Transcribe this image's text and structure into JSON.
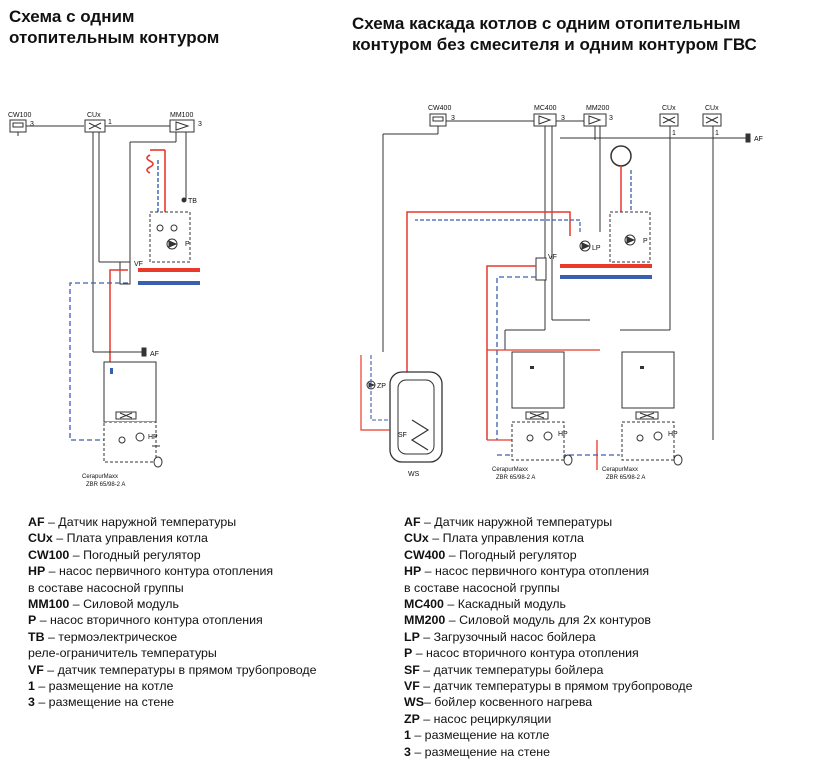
{
  "titles": {
    "left_line1": "Схема с одним",
    "left_line2": "отопительным контуром",
    "right_line1": "Схема каскада котлов с одним  отопительным",
    "right_line2": "контуром без смесителя и одним контуром ГВС"
  },
  "colors": {
    "supply": "#e8392b",
    "return": "#3a5fb0",
    "line": "#333333"
  },
  "left_diagram": {
    "cw": "CW100",
    "cux": "CUx",
    "mm": "MM100",
    "tb": "TB",
    "vf": "VF",
    "af": "AF",
    "p": "P",
    "hp": "HP",
    "num_1": "1",
    "num_3a": "3",
    "num_3b": "3",
    "boiler_name": "CerapurMaxx",
    "boiler_model": "ZBR 65/98-2 A"
  },
  "right_diagram": {
    "cw": "CW400",
    "mc": "MC400",
    "mm": "MM200",
    "cux1": "CUx",
    "cux2": "CUx",
    "af": "AF",
    "vf": "VF",
    "lp": "LP",
    "p": "P",
    "zp": "ZP",
    "sf": "SF",
    "ws": "WS",
    "hp1": "HP",
    "hp2": "HP",
    "num_3a": "3",
    "num_3b": "3",
    "num_3c": "3",
    "num_1a": "1",
    "num_1b": "1",
    "boiler1_name": "CerapurMaxx",
    "boiler1_model": "ZBR 65/98-2 A",
    "boiler2_name": "CerapurMaxx",
    "boiler2_model": "ZBR 65/98-2 A"
  },
  "legend_left": [
    {
      "key": "AF",
      "text": " – Датчик наружной температуры"
    },
    {
      "key": "CUx",
      "text": " – Плата управления котла"
    },
    {
      "key": "CW100",
      "text": " – Погодный регулятор"
    },
    {
      "key": "HP",
      "text": " – насос первичного контура отопления"
    },
    {
      "key": "",
      "text": "в составе насосной группы"
    },
    {
      "key": "MM100",
      "text": " – Силовой модуль"
    },
    {
      "key": "P",
      "text": " – насос вторичного контура отопления"
    },
    {
      "key": "TB",
      "text": " – термоэлектрическое"
    },
    {
      "key": "",
      "text": "реле-ограничитель температуры"
    },
    {
      "key": "VF",
      "text": " – датчик температуры в прямом трубопроводе"
    },
    {
      "key": "1",
      "text": " – размещение на котле"
    },
    {
      "key": "3",
      "text": " – размещение на стене"
    }
  ],
  "legend_right": [
    {
      "key": "AF",
      "text": " – Датчик наружной температуры"
    },
    {
      "key": "CUx",
      "text": " – Плата управления котла"
    },
    {
      "key": "CW400",
      "text": " – Погодный регулятор"
    },
    {
      "key": "HP",
      "text": " – насос первичного контура отопления"
    },
    {
      "key": "",
      "text": "в составе насосной группы"
    },
    {
      "key": "MC400",
      "text": " – Каскадный модуль"
    },
    {
      "key": "MM200",
      "text": " – Силовой модуль для 2х контуров"
    },
    {
      "key": "LP",
      "text": " – Загрузочный насос бойлера"
    },
    {
      "key": "P",
      "text": " – насос вторичного контура отопления"
    },
    {
      "key": "SF",
      "text": " – датчик температуры бойлера"
    },
    {
      "key": "VF",
      "text": " – датчик температуры в прямом трубопроводе"
    },
    {
      "key": "WS",
      "text": "– бойлер косвенного нагрева"
    },
    {
      "key": "ZP",
      "text": " – насос рециркуляции"
    },
    {
      "key": "1",
      "text": " – размещение на котле"
    },
    {
      "key": "3",
      "text": " – размещение на стене"
    }
  ]
}
